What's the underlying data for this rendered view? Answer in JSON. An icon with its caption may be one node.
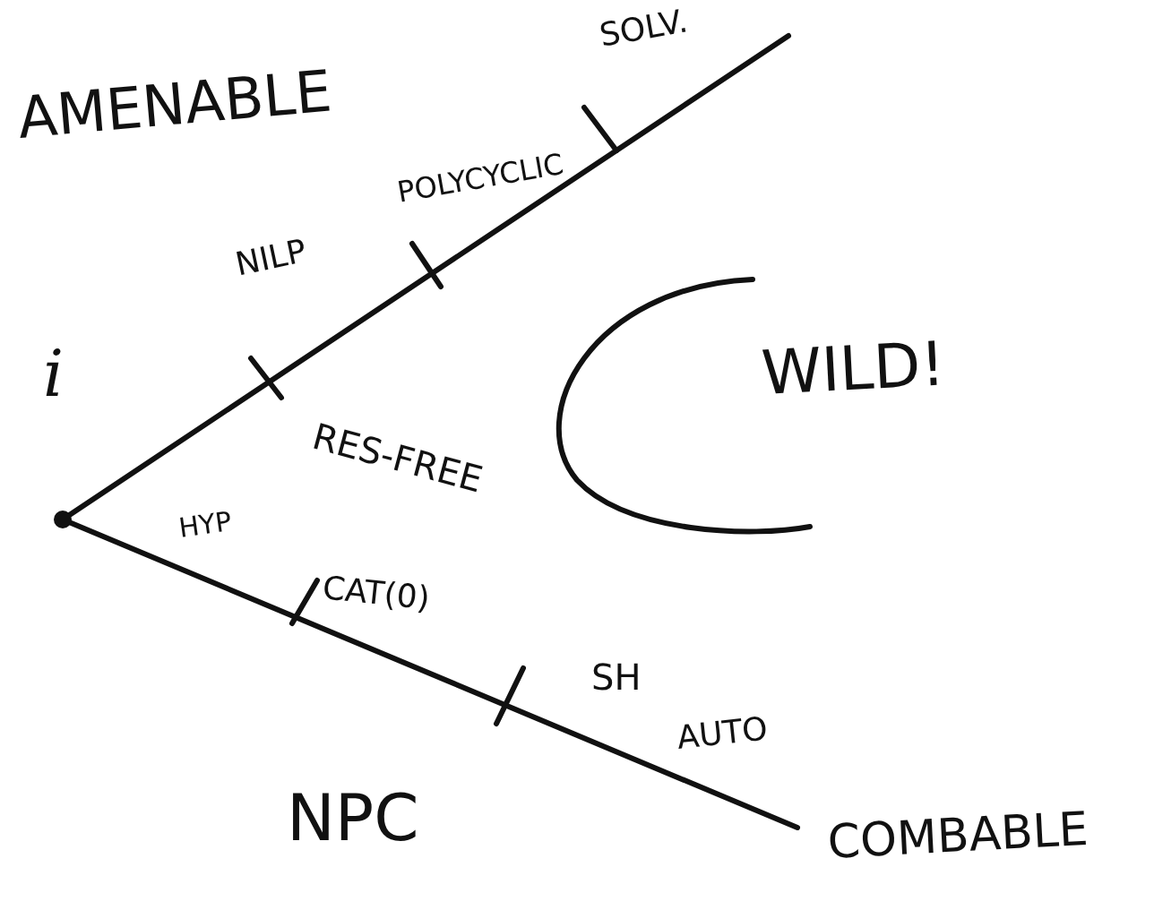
{
  "diagram": {
    "labels": [
      "SOLV.",
      "AMENABLE",
      "POLYCYCLIC",
      "NILP",
      "i",
      "WILD!",
      "RES-FREE",
      "HYP",
      "CAT(0)",
      "SH",
      "AUTO",
      "NPC",
      "COMBABLE"
    ]
  }
}
